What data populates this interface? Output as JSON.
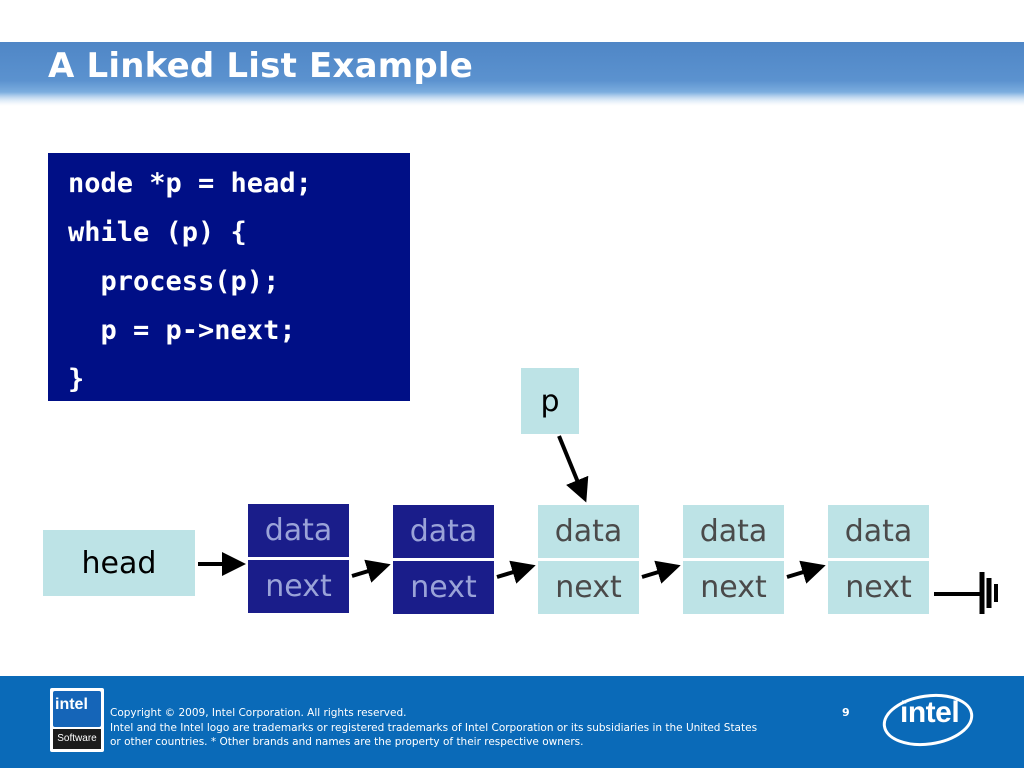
{
  "slide": {
    "title": "A Linked List Example",
    "page_number": "9"
  },
  "code": {
    "lines": [
      "node *p = head;",
      "while (p) {",
      "  process(p);",
      "  p = p->next;",
      "}"
    ]
  },
  "diagram": {
    "head_label": "head",
    "pointer_label": "p",
    "nodes": [
      {
        "data_label": "data",
        "next_label": "next",
        "style": "dark"
      },
      {
        "data_label": "data",
        "next_label": "next",
        "style": "dark"
      },
      {
        "data_label": "data",
        "next_label": "next",
        "style": "light"
      },
      {
        "data_label": "data",
        "next_label": "next",
        "style": "light"
      },
      {
        "data_label": "data",
        "next_label": "next",
        "style": "light"
      }
    ]
  },
  "footer": {
    "copyright": "Copyright © 2009, Intel Corporation. All rights reserved.",
    "trademark_line1": "Intel and the Intel logo are trademarks or registered trademarks of Intel Corporation or its subsidiaries in the United States",
    "trademark_line2": "or other countries. * Other brands and names are the property of their respective owners.",
    "software_logo_top": "intel",
    "software_logo_bottom": "Software",
    "intel_logo": "intel"
  },
  "colors": {
    "title_bar": "#5b92cf",
    "code_background": "#000f86",
    "light_node": "#bde3e6",
    "dark_node": "#1a1d8a",
    "footer": "#0a6ab8"
  }
}
